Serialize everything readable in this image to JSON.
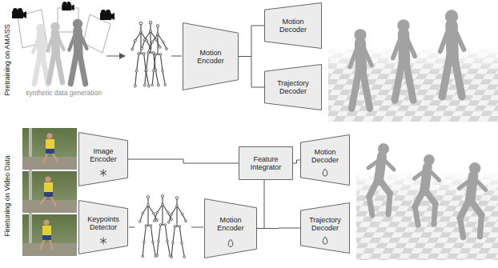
{
  "diagram": {
    "nodes": [
      {
        "text": [
          "Motion Encoder"
        ]
      },
      {
        "text": [
          "Motion Decoder"
        ]
      },
      {
        "text": [
          "Trajectory Decoder"
        ]
      },
      {
        "text": [
          "Image Encoder"
        ]
      },
      {
        "text": [
          "Feature Integrator"
        ]
      },
      {
        "text": [
          "Motion Decoder"
        ]
      },
      {
        "text": [
          "Keypoints Detector"
        ]
      },
      {
        "text": [
          "Motion Encoder"
        ]
      },
      {
        "text": [
          "Trajectory Decoder"
        ]
      }
    ],
    "edges": [
      {
        "from": 0,
        "to": 1,
        "arrow": "none"
      },
      {
        "from": 0,
        "to": 2,
        "arrow": "none"
      },
      {
        "from": 3,
        "to": 4,
        "arrow": "none"
      },
      {
        "from": 7,
        "to": 4,
        "arrow": "none"
      },
      {
        "from": 4,
        "to": 5,
        "arrow": "none"
      },
      {
        "from": 7,
        "to": 8,
        "arrow": "none"
      }
    ],
    "labels": [
      "Pretraining on AMASS",
      "synthetic data generation",
      "Finetuning on Video Data"
    ]
  }
}
